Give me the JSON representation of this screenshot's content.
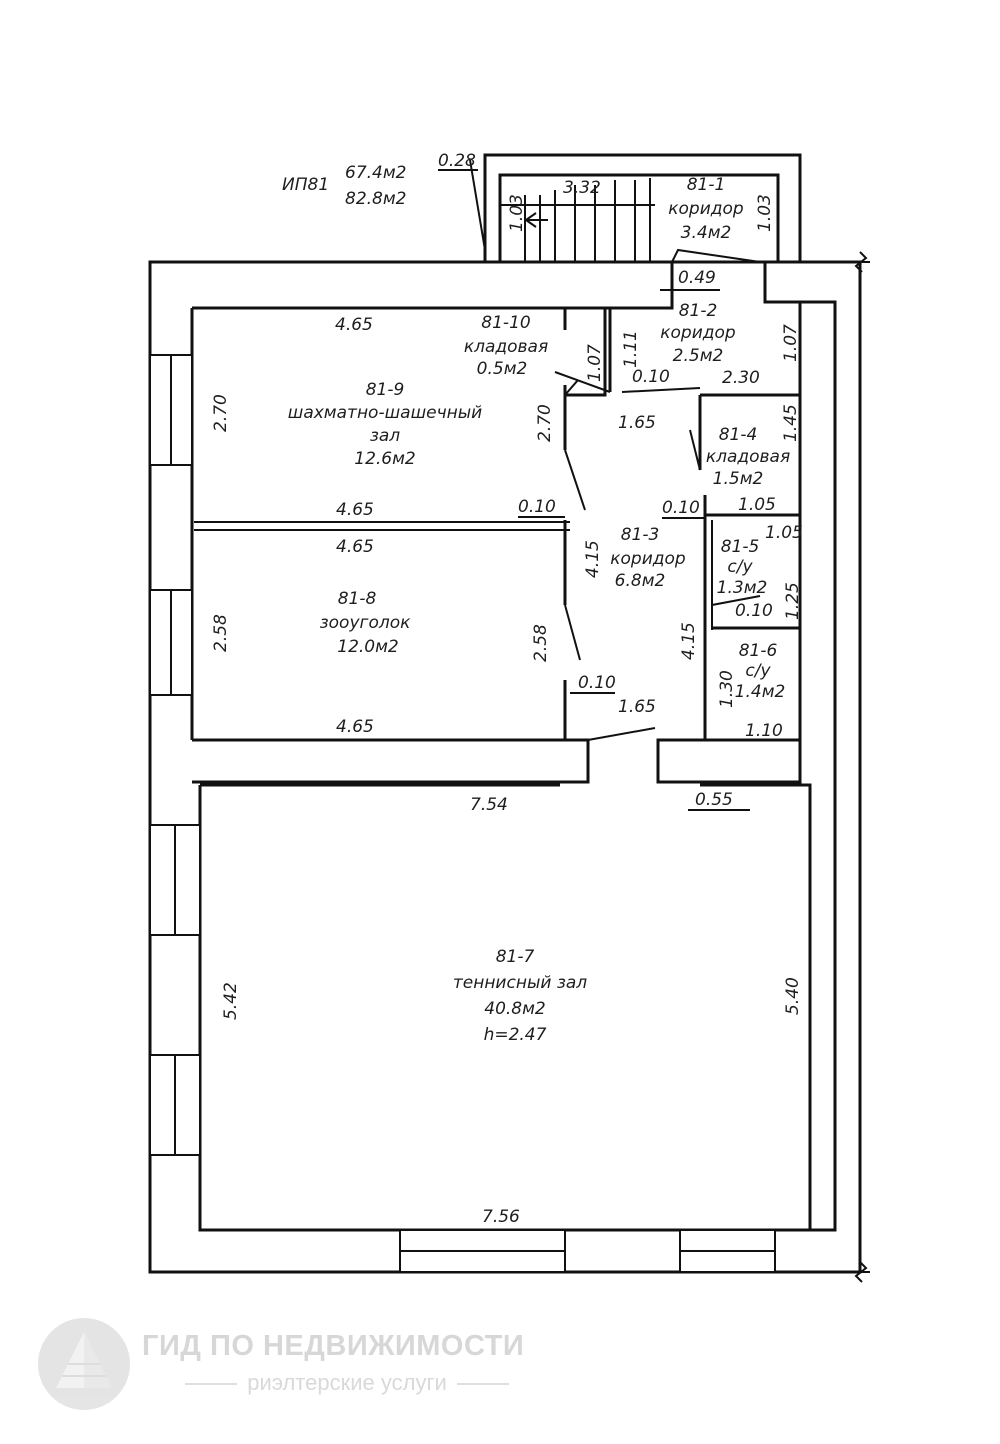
{
  "header": {
    "code": "ИП81",
    "area_main": "67.4м2",
    "area_total": "82.8м2"
  },
  "rooms": {
    "r1": {
      "id": "81-1",
      "name": "коридор",
      "area": "3.4м2"
    },
    "r2": {
      "id": "81-2",
      "name": "коридор",
      "area": "2.5м2"
    },
    "r3": {
      "id": "81-3",
      "name": "коридор",
      "area": "6.8м2"
    },
    "r4": {
      "id": "81-4",
      "name": "кладовая",
      "area": "1.5м2"
    },
    "r5": {
      "id": "81-5",
      "name": "с/у",
      "area": "1.3м2"
    },
    "r6": {
      "id": "81-6",
      "name": "с/у",
      "area": "1.4м2"
    },
    "r7": {
      "id": "81-7",
      "name": "теннисный зал",
      "area": "40.8м2",
      "height": "h=2.47"
    },
    "r8": {
      "id": "81-8",
      "name": "зооуголок",
      "area": "12.0м2"
    },
    "r9": {
      "id": "81-9",
      "name": "шахматно-шашечный",
      "name2": "зал",
      "area": "12.6м2"
    },
    "r10": {
      "id": "81-10",
      "name": "кладовая",
      "area": "0.5м2"
    }
  },
  "dims": {
    "d_0_28": "0.28",
    "d_stair_1_03": "1.03",
    "d_3_32": "3.32",
    "d_r1_1_03": "1.03",
    "d_0_49": "0.49",
    "d_r9_top": "4.65",
    "d_r9_left": "2.70",
    "d_r9_right": "2.70",
    "d_r9_bottom": "4.65",
    "d_r10_1_07": "1.07",
    "d_1_11": "1.11",
    "d_r2_1_07": "1.07",
    "d_r2_0_10": "0.10",
    "d_2_30": "2.30",
    "d_1_65_top": "1.65",
    "d_1_45": "1.45",
    "d_r4_0_10": "0.10",
    "d_r4_1_05": "1.05",
    "d_r5_1_05": "1.05",
    "d_part_0_10": "0.10",
    "d_r8_top": "4.65",
    "d_4_15_left": "4.15",
    "d_r8_left": "2.58",
    "d_r8_right": "2.58",
    "d_r5_0_10": "0.10",
    "d_1_25": "1.25",
    "d_4_15_right": "4.15",
    "d_1_30": "1.30",
    "d_r8_0_10": "0.10",
    "d_1_65_bottom": "1.65",
    "d_r8_bottom": "4.65",
    "d_1_10": "1.10",
    "d_7_54": "7.54",
    "d_0_55": "0.55",
    "d_5_42": "5.42",
    "d_5_40": "5.40",
    "d_7_56": "7.56"
  },
  "watermark": {
    "title": "ГИД ПО НЕДВИЖИМОСТИ",
    "subtitle": "риэлтерские услуги"
  },
  "colors": {
    "ink": "#111111",
    "paper": "#ffffff",
    "watermark": "#b8b8b8"
  }
}
